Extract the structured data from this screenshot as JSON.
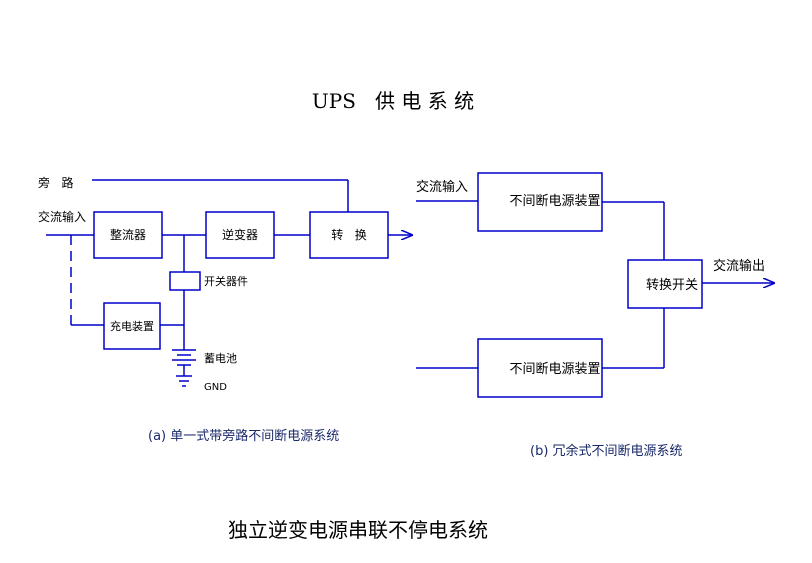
{
  "title": "UPS   供 电 系 统",
  "diagram_a": {
    "bypass_label": "旁   路",
    "ac_input_label": "交流输入",
    "rectifier": "整流器",
    "inverter": "逆变器",
    "transfer": "转   换",
    "switch_device": "开关器件",
    "charger": "充电装置",
    "battery": "蓄电池",
    "gnd": "GND",
    "caption": "(a) 单一式带旁路不间断电源系统"
  },
  "diagram_b": {
    "ac_input_label": "交流输入",
    "ups_top": "不间断电源装置",
    "ups_bottom": "不间断电源装置",
    "transfer_switch": "转换开关",
    "ac_output_label": "交流输出",
    "caption": "(b) 冗余式不间断电源系统"
  },
  "footer": "独立逆变电源串联不停电系统",
  "colors": {
    "line": "#0000cc",
    "text": "#000000",
    "caption": "#1a2a6a"
  }
}
